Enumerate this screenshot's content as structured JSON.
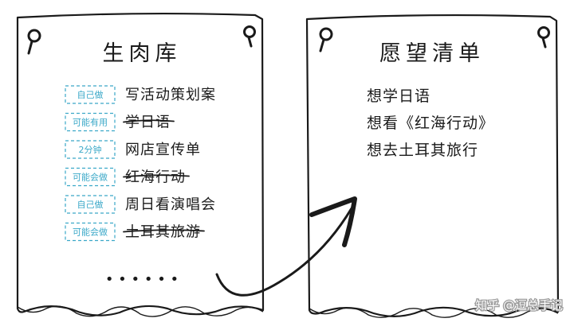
{
  "left_card": {
    "title": "生肉库",
    "rows": [
      {
        "tag": "自己做",
        "text": "写活动策划案",
        "crossed": false
      },
      {
        "tag": "可能有用",
        "text": "学日语",
        "crossed": true
      },
      {
        "tag": "2分钟",
        "text": "网店宣传单",
        "crossed": false
      },
      {
        "tag": "可能会做",
        "text": "红海行动",
        "crossed": true
      },
      {
        "tag": "自己做",
        "text": "周日看演唱会",
        "crossed": false
      },
      {
        "tag": "可能会做",
        "text": "土耳其旅游",
        "crossed": true
      }
    ],
    "ellipsis": "• • •   • • •"
  },
  "right_card": {
    "title": "愿望清单",
    "items": [
      "想学日语",
      "想看《红海行动》",
      "想去土耳其旅行"
    ]
  },
  "watermark": "知乎 @逗总手记",
  "colors": {
    "ink": "#1a1a1a",
    "tag": "#3aa8c8"
  }
}
